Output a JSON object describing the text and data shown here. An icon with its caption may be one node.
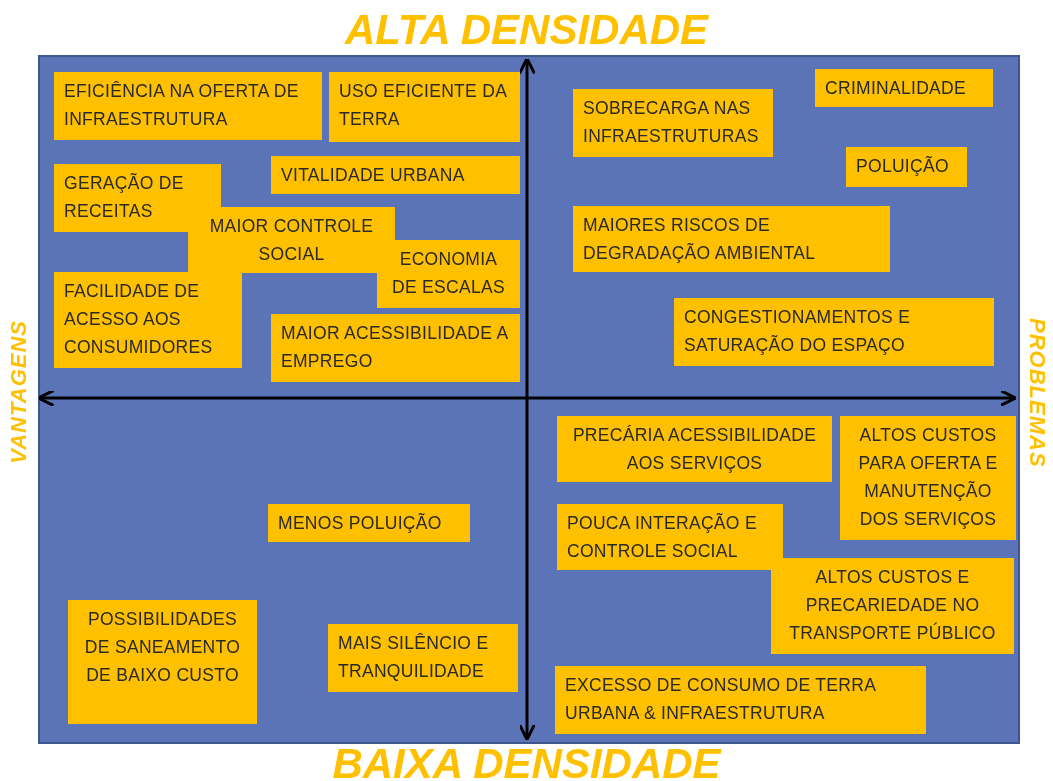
{
  "diagram": {
    "title": "ALTA DENSIDADE",
    "caption": "BAIXA DENSIDADE",
    "nodes": [
      {
        "text": [
          "EFICIÊNCIA NA OFERTA DE INFRAESTRUTURA"
        ]
      },
      {
        "text": [
          "USO EFICIENTE DA TERRA"
        ]
      },
      {
        "text": [
          "SOBRECARGA NAS INFRAESTRUTURAS"
        ]
      },
      {
        "text": [
          "CRIMINALIDADE"
        ]
      },
      {
        "text": [
          "GERAÇÃO DE RECEITAS"
        ]
      },
      {
        "text": [
          "VITALIDADE URBANA"
        ]
      },
      {
        "text": [
          "POLUIÇÃO"
        ]
      },
      {
        "text": [
          "MAIOR CONTROLE SOCIAL"
        ]
      },
      {
        "text": [
          "MAIORES RISCOS DE DEGRADAÇÃO AMBIENTAL"
        ]
      },
      {
        "text": [
          "ECONOMIA DE ESCALAS"
        ]
      },
      {
        "text": [
          "FACILIDADE DE ACESSO AOS CONSUMIDORES"
        ]
      },
      {
        "text": [
          "MAIOR ACESSIBILIDADE A EMPREGO"
        ]
      },
      {
        "text": [
          "CONGESTIONAMENTOS E SATURAÇÃO DO ESPAÇO"
        ]
      },
      {
        "text": [
          "PRECÁRIA ACESSIBILIDADE AOS SERVIÇOS"
        ]
      },
      {
        "text": [
          "ALTOS CUSTOS PARA OFERTA E MANUTENÇÃO DOS SERVIÇOS"
        ]
      },
      {
        "text": [
          "MENOS POLUIÇÃO"
        ]
      },
      {
        "text": [
          "POUCA INTERAÇÃO E CONTROLE SOCIAL"
        ]
      },
      {
        "text": [
          "ALTOS CUSTOS E PRECARIEDADE NO TRANSPORTE PÚBLICO"
        ]
      },
      {
        "text": [
          "POSSIBILIDADES DE SANEAMENTO DE BAIXO CUSTO"
        ]
      },
      {
        "text": [
          "MAIS SILÊNCIO E TRANQUILIDADE"
        ]
      },
      {
        "text": [
          "EXCESSO DE CONSUMO DE TERRA URBANA & INFRAESTRUTURA"
        ]
      }
    ],
    "labels": [
      "VANTAGENS",
      "PROBLEMAS"
    ]
  }
}
